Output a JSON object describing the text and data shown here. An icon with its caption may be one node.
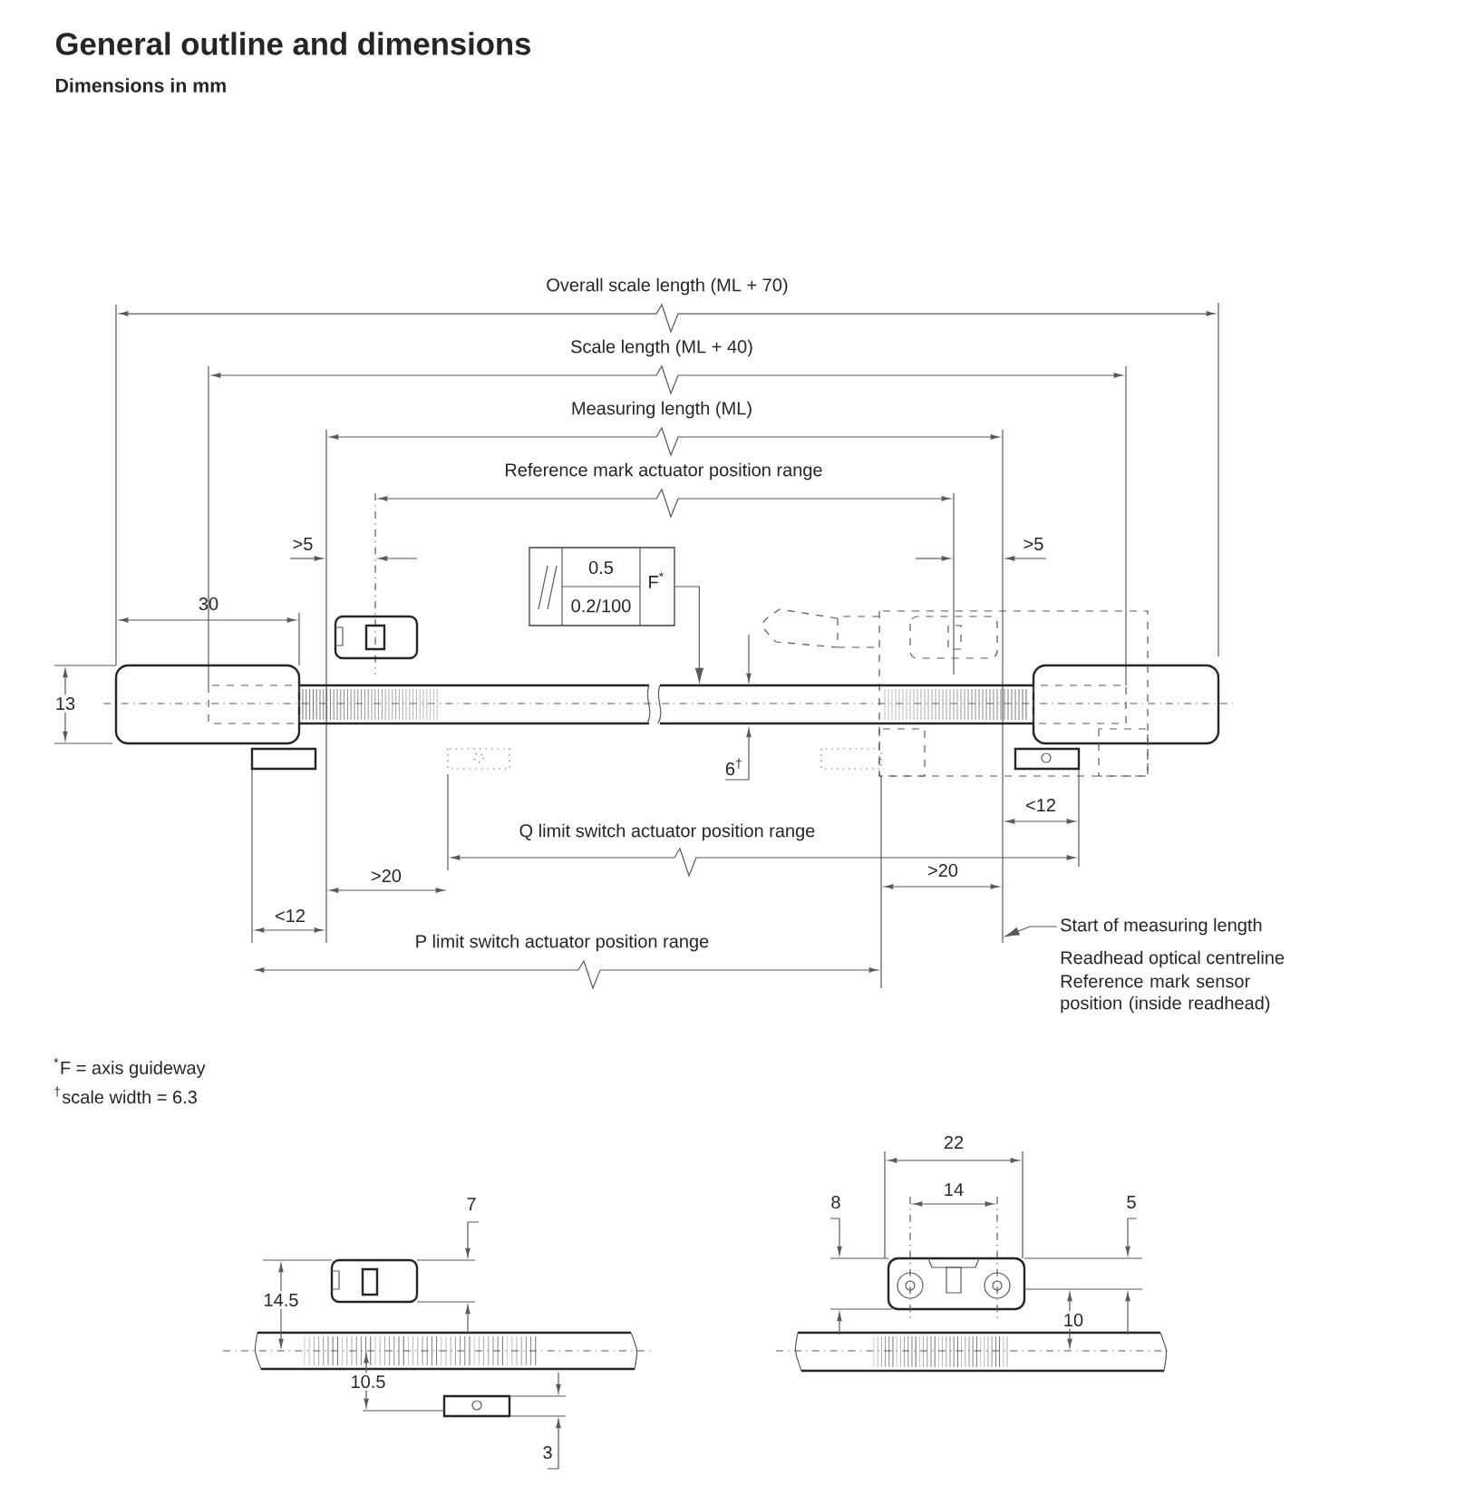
{
  "diagram": {
    "title": "General outline and dimensions",
    "nodes": [
      {
        "text": [
          "0.5",
          "0.2/100",
          "F$^{*}$"
        ]
      },
      {
        "text": [
          "Start of measuring length"
        ]
      },
      {
        "text": [],
        "shape": "bar"
      }
    ],
    "edges": [
      {
        "from": 0,
        "to": 2,
        "arrow": "to"
      },
      {
        "from": 1,
        "to": null,
        "arrow": "to"
      }
    ],
    "labels": [
      "Dimensions in mm",
      "Overall scale length (ML + 70)",
      "Scale length (ML + 40)",
      "Measuring length (ML)",
      "Reference mark actuator position range",
      ">5",
      ">5",
      "30",
      "13",
      "6$^{†}$",
      "<12",
      "Q limit switch actuator position range",
      ">20",
      ">20",
      "<12",
      "P limit switch actuator position range",
      "Readhead optical centreline",
      "Reference mark sensor position (inside readhead)",
      "$^{*}$F = axis guideway",
      "$^{†}$scale width = 6.3",
      "7",
      "14.5",
      "10.5",
      "3",
      "22",
      "14",
      "8",
      "5",
      "10"
    ]
  }
}
